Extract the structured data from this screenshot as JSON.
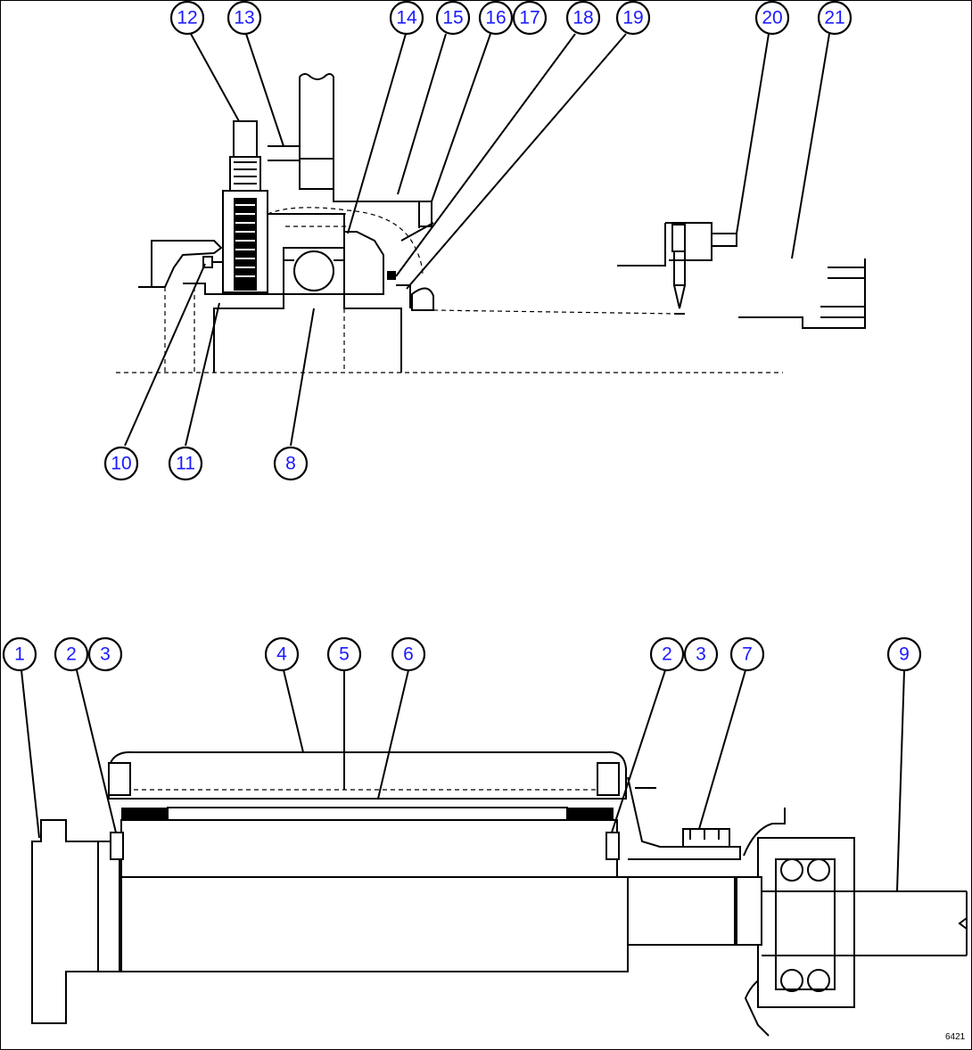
{
  "figure_id": "6421",
  "callouts": [
    {
      "id": "c12",
      "label": "12"
    },
    {
      "id": "c13",
      "label": "13"
    },
    {
      "id": "c14",
      "label": "14"
    },
    {
      "id": "c15",
      "label": "15"
    },
    {
      "id": "c16",
      "label": "16"
    },
    {
      "id": "c17",
      "label": "17"
    },
    {
      "id": "c18",
      "label": "18"
    },
    {
      "id": "c19",
      "label": "19"
    },
    {
      "id": "c20",
      "label": "20"
    },
    {
      "id": "c21",
      "label": "21"
    },
    {
      "id": "c10",
      "label": "10"
    },
    {
      "id": "c11",
      "label": "11"
    },
    {
      "id": "c8",
      "label": "8"
    },
    {
      "id": "c1",
      "label": "1"
    },
    {
      "id": "c2a",
      "label": "2"
    },
    {
      "id": "c3a",
      "label": "3"
    },
    {
      "id": "c4",
      "label": "4"
    },
    {
      "id": "c5",
      "label": "5"
    },
    {
      "id": "c6",
      "label": "6"
    },
    {
      "id": "c2b",
      "label": "2"
    },
    {
      "id": "c3b",
      "label": "3"
    },
    {
      "id": "c7",
      "label": "7"
    },
    {
      "id": "c9",
      "label": "9"
    }
  ]
}
